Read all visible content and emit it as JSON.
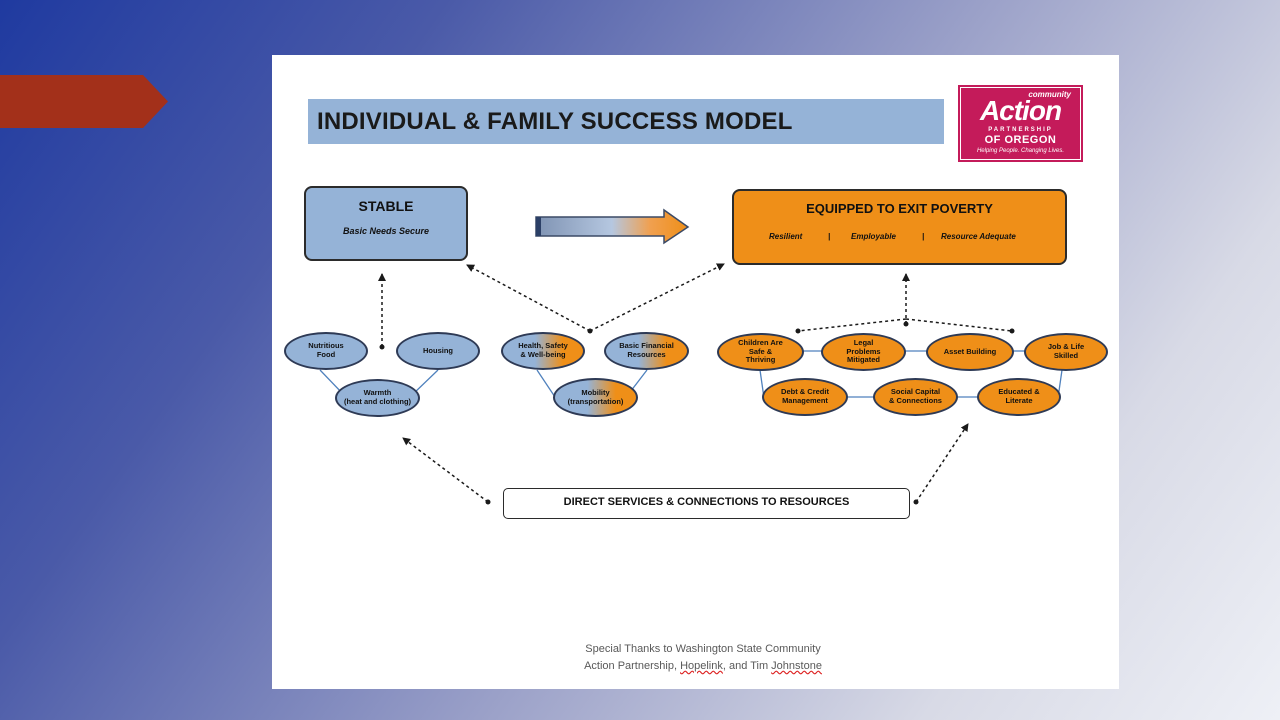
{
  "slide": {
    "title": "INDIVIDUAL & FAMILY SUCCESS MODEL",
    "logo": {
      "top_text": "community",
      "main_text": "Action",
      "partnership_text": "PARTNERSHIP",
      "oregon_text": "OF OREGON",
      "tagline": "Helping People. Changing Lives."
    },
    "stable": {
      "title": "STABLE",
      "subtitle": "Basic Needs Secure"
    },
    "equipped": {
      "title": "EQUIPPED TO EXIT POVERTY",
      "sub1": "Resilient",
      "sep1": "|",
      "sub2": "Employable",
      "sep2": "|",
      "sub3": "Resource Adequate"
    },
    "stable_ovals": {
      "nutritious": "Nutritious\nFood",
      "housing": "Housing",
      "warmth": "Warmth\n(heat and clothing)",
      "health": "Health, Safety\n& Well-being",
      "financial": "Basic Financial\nResources",
      "mobility": "Mobility\n(transportation)"
    },
    "equipped_ovals": {
      "children": "Children Are\nSafe &\nThriving",
      "legal": "Legal\nProblems\nMitigated",
      "asset": "Asset Building",
      "job": "Job  & Life\nSkilled",
      "debt": "Debt & Credit\nManagement",
      "social": "Social Capital\n& Connections",
      "educated": "Educated &\nLiterate"
    },
    "direct_services": "DIRECT SERVICES & CONNECTIONS TO RESOURCES",
    "credit_line1": "Special Thanks to Washington State Community",
    "credit_line2_a": "Action Partnership, ",
    "credit_line2_b": "Hopelink",
    "credit_line2_c": ", and Tim ",
    "credit_line2_d": "Johnstone"
  },
  "colors": {
    "background_start": "#1f3aa0",
    "accent_tab": "#a3301a",
    "title_bar": "#95b3d7",
    "stable_blue": "#95b3d7",
    "equipped_orange": "#ef8f18",
    "logo_magenta": "#c41b5a"
  }
}
